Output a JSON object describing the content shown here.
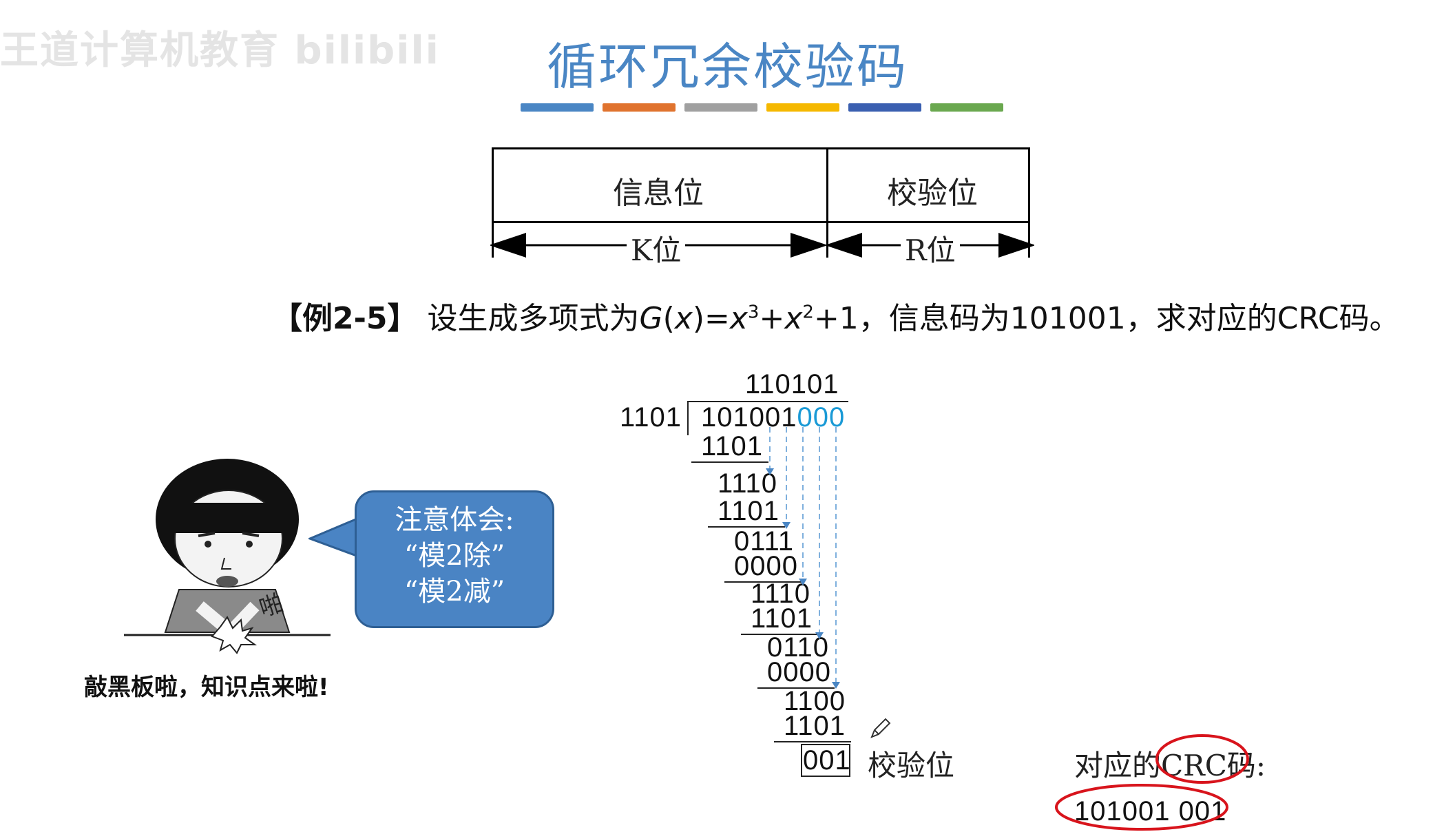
{
  "watermark": "王道计算机教育 bilibili",
  "title": "循环冗余校验码",
  "color_bars": [
    "#4a86c4",
    "#e0732e",
    "#a0a0a0",
    "#f5b800",
    "#3a5fb0",
    "#6aa84f"
  ],
  "frame": {
    "info_label": "信息位",
    "check_label": "校验位",
    "info_width": "K位",
    "check_width": "R位"
  },
  "problem": {
    "tag": "【例2-5】",
    "text_a": "设生成多项式为",
    "poly_g": "G",
    "poly_paren_open": "(",
    "poly_x": "x",
    "poly_paren_close": ")=",
    "x1": "x",
    "exp1": "3",
    "plus1": "+",
    "x2": "x",
    "exp2": "2",
    "tail": "+1，信息码为101001，求对应的CRC码。"
  },
  "division": {
    "quotient": "110101",
    "divisor": "1101",
    "dividend_main": "101001",
    "dividend_pad": "000",
    "steps": [
      "1101",
      "1110",
      "1101",
      "0111",
      "0000",
      "1110",
      "1101",
      "0110",
      "0000",
      "1100",
      "1101"
    ],
    "remainder": "001",
    "remainder_label": "校验位"
  },
  "bubble": {
    "line1": "注意体会:",
    "line2": "“模2除”",
    "line3": "“模2减”"
  },
  "meme": {
    "sound": "啪",
    "caption": "敲黑板啦，知识点来啦!"
  },
  "result": {
    "label": "对应的CRC码:",
    "value": "101001 001"
  }
}
